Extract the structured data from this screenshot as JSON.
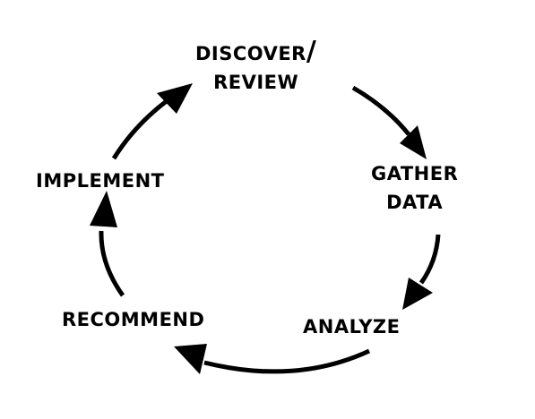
{
  "stages": [
    {
      "id": "discover",
      "lines": [
        "Discover/",
        "Review"
      ]
    },
    {
      "id": "gather",
      "lines": [
        "Gather",
        "Data"
      ]
    },
    {
      "id": "analyze",
      "lines": [
        "Analyze"
      ]
    },
    {
      "id": "recommend",
      "lines": [
        "Recommend"
      ]
    },
    {
      "id": "implement",
      "lines": [
        "Implement"
      ]
    }
  ],
  "colors": {
    "ink": "#000000",
    "background": "#ffffff"
  }
}
